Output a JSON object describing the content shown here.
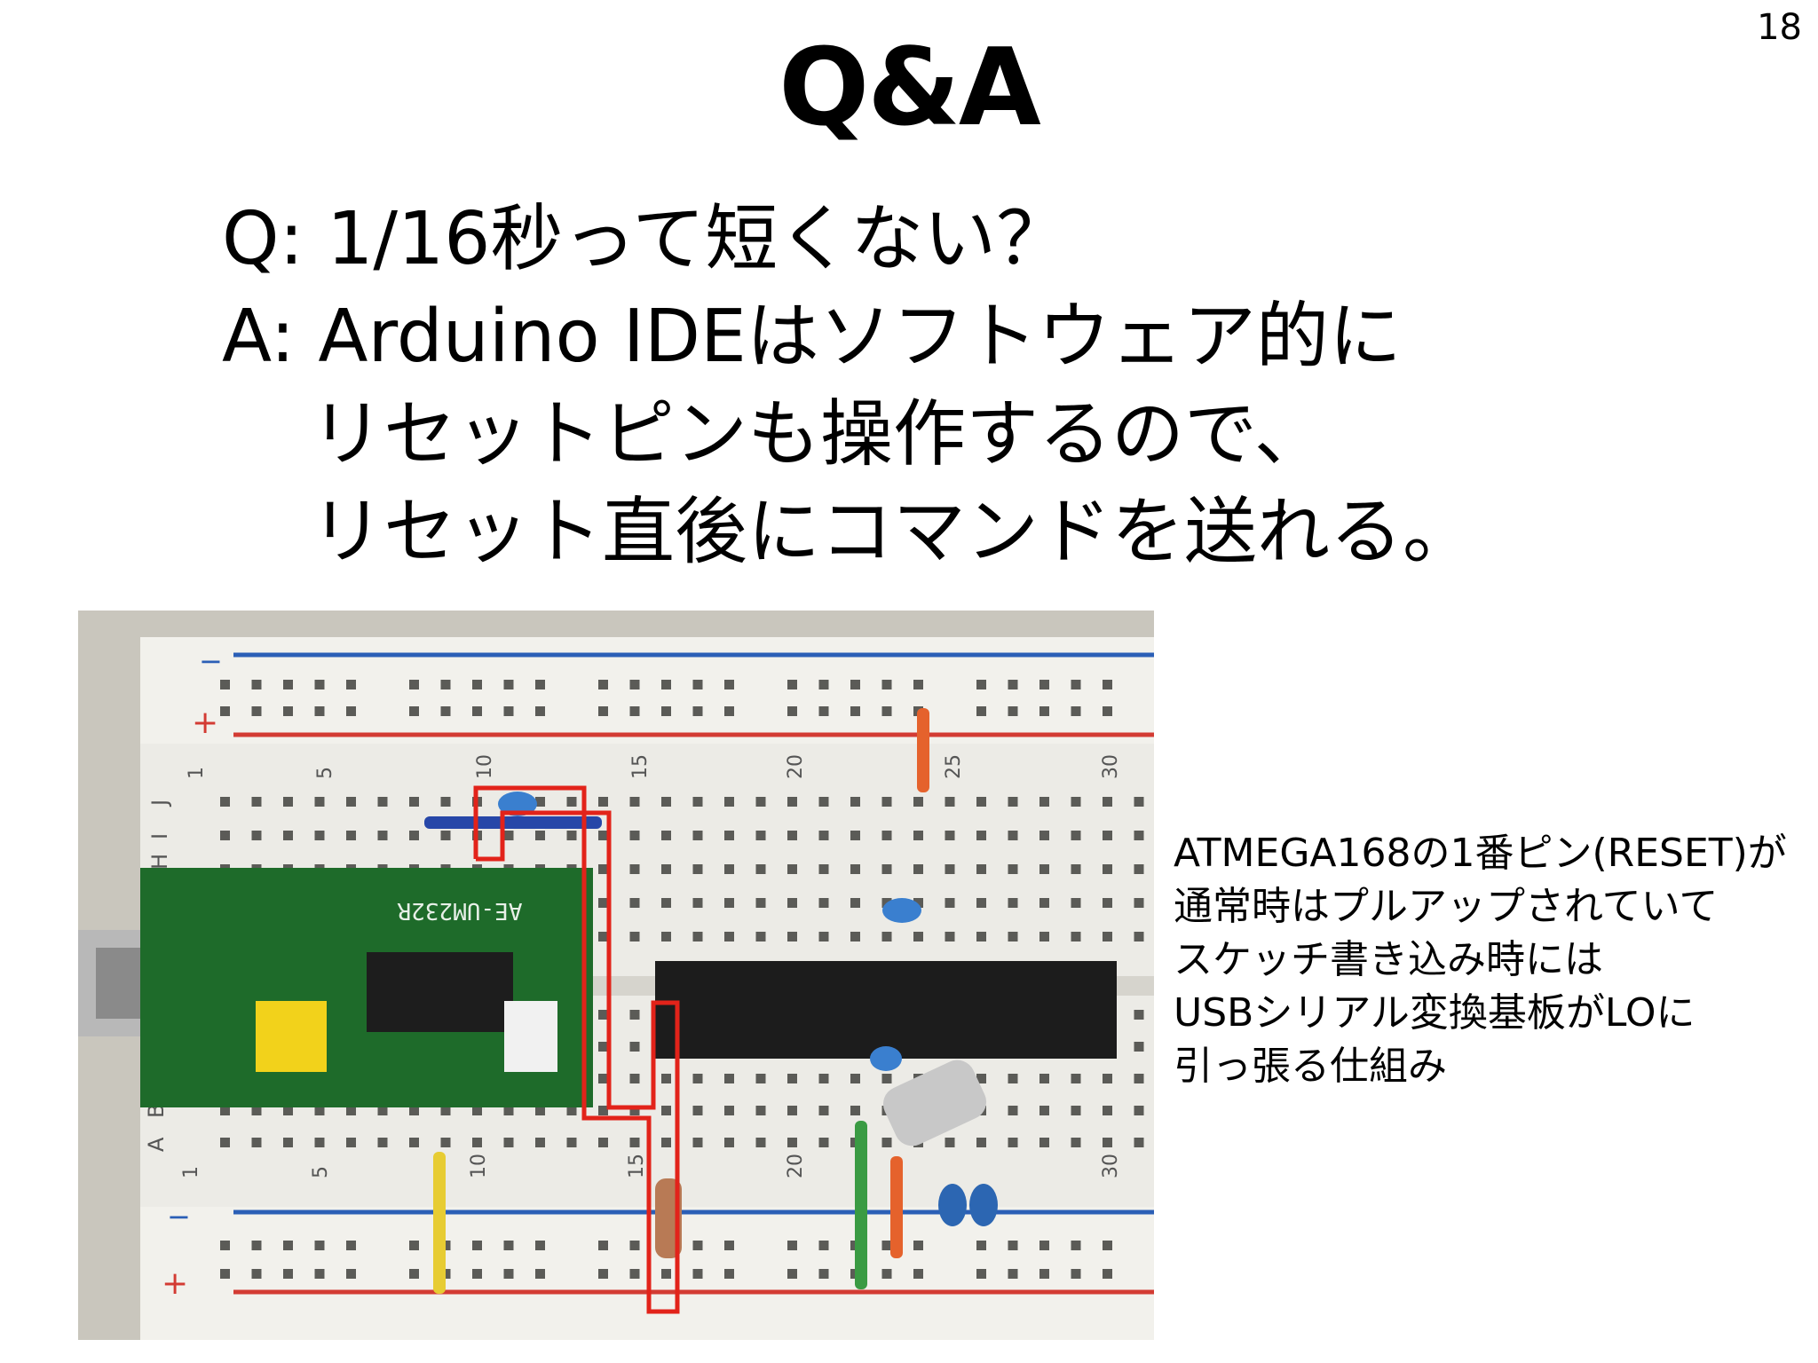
{
  "page_number": "18",
  "title": "Q&A",
  "qa": {
    "question": "Q: 1/16秒って短くない？",
    "answer_lines": [
      "A: Arduino IDEはソフトウェア的に",
      "リセットピンも操作するので、",
      "リセット直後にコマンドを送れる。"
    ]
  },
  "photo": {
    "module_label": "AE-UM232R",
    "rail_minus": "−",
    "rail_plus": "+",
    "column_numbers": [
      "1",
      "5",
      "10",
      "15",
      "20",
      "25",
      "30"
    ],
    "row_letters": [
      "J",
      "I",
      "H",
      "A",
      "B"
    ],
    "colors": {
      "breadboard": "#ecebe6",
      "pcb": "#1e6b2a",
      "highlight": "#e2231a",
      "rail_red": "#d33b33",
      "rail_blue": "#2b5fb6"
    }
  },
  "caption": {
    "lines": [
      "ATMEGA168の1番ピン(RESET)が",
      "通常時はプルアップされていて",
      "スケッチ書き込み時には",
      "USBシリアル変換基板がLOに",
      "引っ張る仕組み"
    ]
  }
}
